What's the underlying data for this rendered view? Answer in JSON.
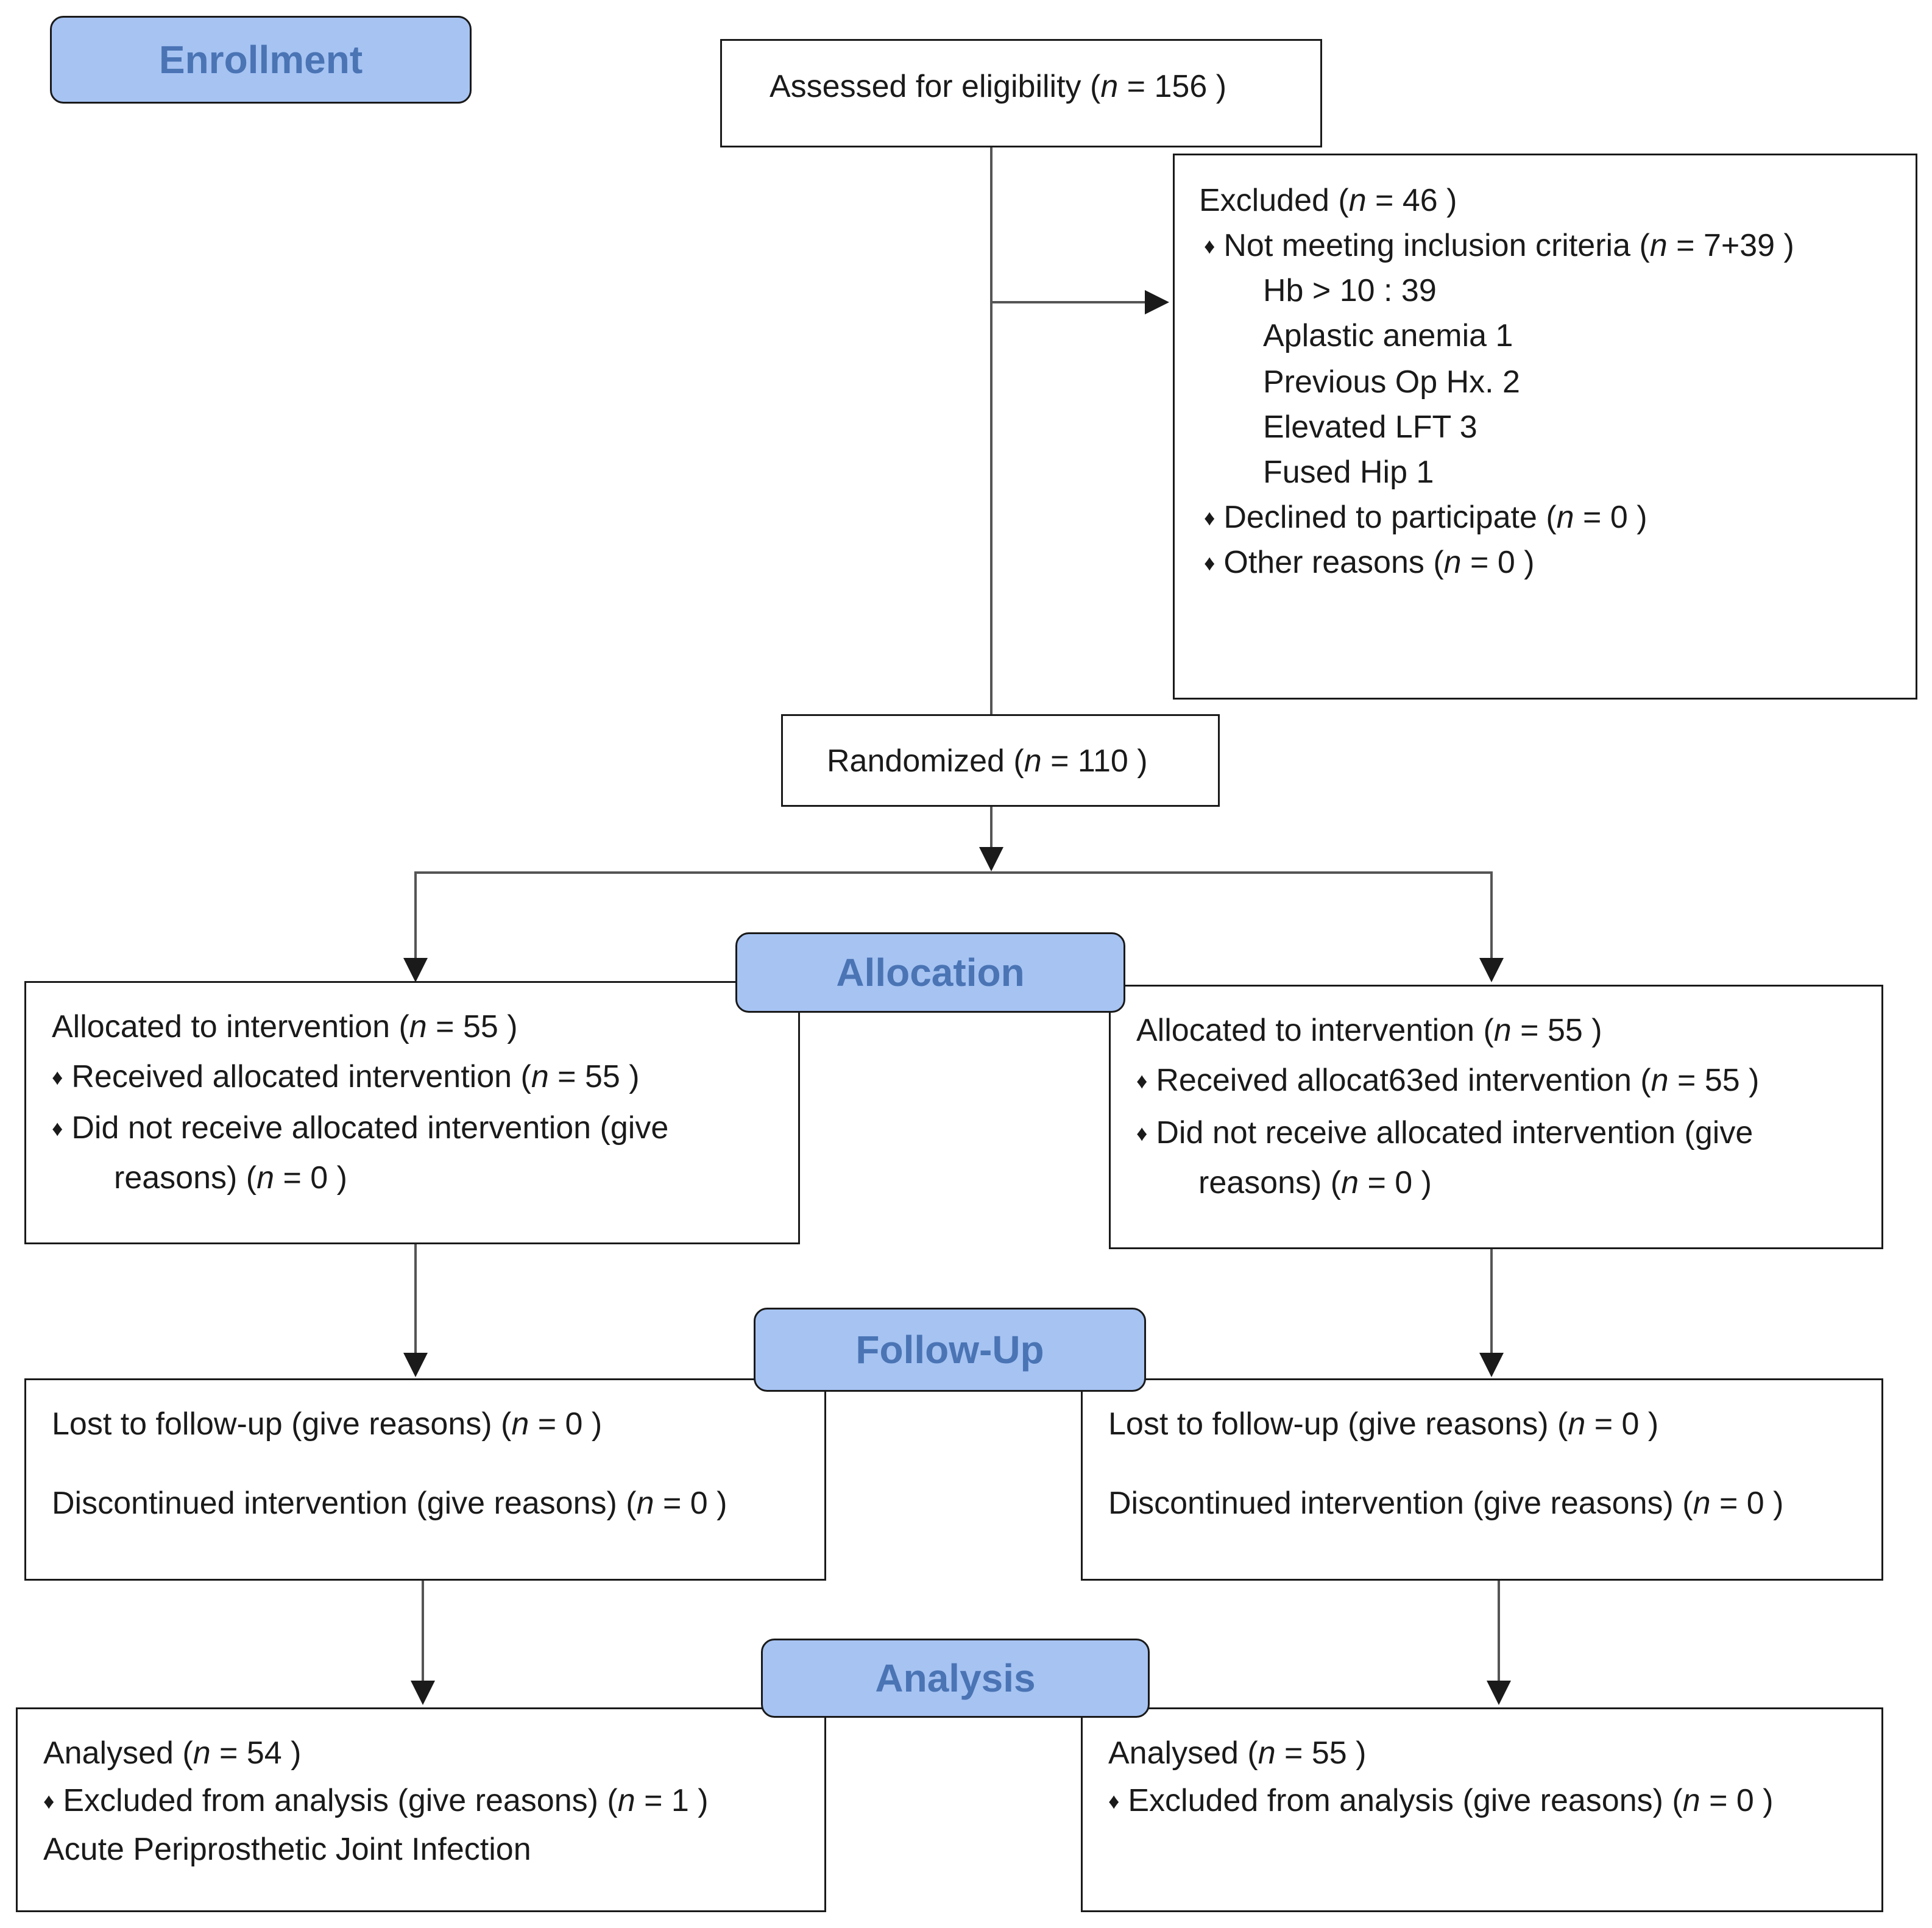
{
  "stages": {
    "enrollment": "Enrollment",
    "allocation": "Allocation",
    "follow_up": "Follow-Up",
    "analysis": "Analysis"
  },
  "bullet": "♦",
  "n_symbol": "n",
  "assessed": {
    "pre": "Assessed for eligibility (",
    "post": " =  156 )"
  },
  "excluded": {
    "title": {
      "pre": "Excluded  (",
      "post": " = 46 )"
    },
    "not_meeting": {
      "pre": "Not meeting inclusion criteria (",
      "post": " = 7+39 )"
    },
    "reasons": [
      "Hb > 10 : 39",
      "Aplastic anemia 1",
      "Previous Op Hx. 2",
      "Elevated LFT 3",
      "Fused Hip 1"
    ],
    "declined": {
      "pre": "Declined to participate (",
      "post": " = 0 )"
    },
    "other": {
      "pre": "Other reasons (",
      "post": " = 0 )"
    }
  },
  "randomized": {
    "pre": "Randomized (",
    "post": " = 110 )"
  },
  "allocation_left": {
    "title": {
      "pre": "Allocated to intervention (",
      "post": " = 55 )"
    },
    "received": {
      "pre": "Received allocated intervention (",
      "post": " = 55 )"
    },
    "not_received_1": "Did not receive allocated intervention (give",
    "not_received_2": {
      "pre": "reasons) (",
      "post": " = 0 )"
    }
  },
  "allocation_right": {
    "title": {
      "pre": "Allocated to intervention (",
      "post": " = 55 )"
    },
    "received": {
      "pre": "Received allocat63ed intervention (",
      "post": " = 55 )"
    },
    "not_received_1": "Did not receive allocated intervention (give",
    "not_received_2": {
      "pre": "reasons) (",
      "post": " = 0 )"
    }
  },
  "follow_left": {
    "lost": {
      "pre": "Lost to follow-up (give reasons) (",
      "post": " = 0 )"
    },
    "discontinued": {
      "pre": "Discontinued intervention (give reasons) (",
      "post": " = 0 )"
    }
  },
  "follow_right": {
    "lost": {
      "pre": "Lost to follow-up (give reasons) (",
      "post": " = 0 )"
    },
    "discontinued": {
      "pre": "Discontinued intervention (give reasons) (",
      "post": " = 0 )"
    }
  },
  "analysis_left": {
    "analysed": {
      "pre": "Analysed  (",
      "post": " = 54 )"
    },
    "excluded": {
      "pre": "Excluded from analysis (give reasons) (",
      "post": " = 1 )"
    },
    "reason": "Acute Periprosthetic Joint Infection"
  },
  "analysis_right": {
    "analysed": {
      "pre": "Analysed  (",
      "post": " = 55 )"
    },
    "excluded": {
      "pre": "Excluded from analysis (give reasons) (",
      "post": " = 0 )"
    }
  }
}
